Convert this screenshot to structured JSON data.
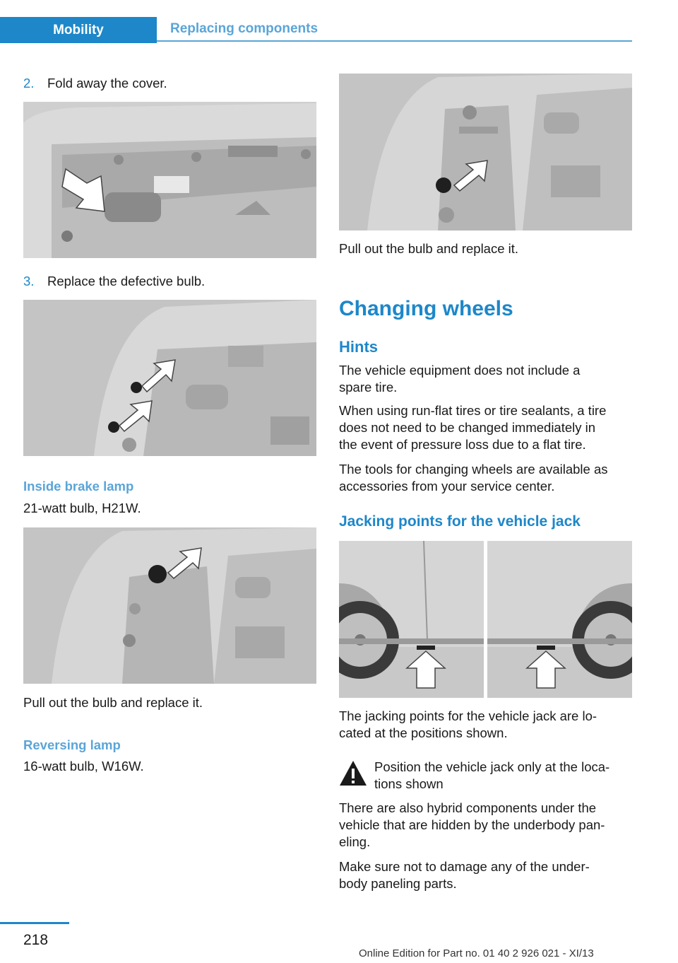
{
  "header": {
    "tab_chapter": "Mobility",
    "tab_section": "Replacing components"
  },
  "left": {
    "step2": {
      "num": "2.",
      "text": "Fold away the cover."
    },
    "step3": {
      "num": "3.",
      "text": "Replace the defective bulb."
    },
    "inside_brake": {
      "title": "Inside brake lamp",
      "spec": "21-watt bulb, H21W."
    },
    "pull_out_1": "Pull out the bulb and replace it.",
    "reversing": {
      "title": "Reversing lamp",
      "spec": "16-watt bulb, W16W."
    }
  },
  "right": {
    "pull_out_2": "Pull out the bulb and replace it.",
    "changing_wheels": "Changing wheels",
    "hints": "Hints",
    "hint_p1_l1": "The vehicle equipment does not include a",
    "hint_p1_l2": "spare tire.",
    "hint_p2_l1": "When using run-flat tires or tire sealants, a tire",
    "hint_p2_l2": "does not need to be changed immediately in",
    "hint_p2_l3": "the event of pressure loss due to a flat tire.",
    "hint_p3_l1": "The tools for changing wheels are available as",
    "hint_p3_l2": "accessories from your service center.",
    "jacking_title": "Jacking points for the vehicle jack",
    "jack_p_l1": "The jacking points for the vehicle jack are lo‐",
    "jack_p_l2": "cated at the positions shown.",
    "warn_l1": "Position the vehicle jack only at the loca‐",
    "warn_l2": "tions shown",
    "hybrid_l1": "There are also hybrid components under the",
    "hybrid_l2": "vehicle that are hidden by the underbody pan‐",
    "hybrid_l3": "eling.",
    "damage_l1": "Make sure not to damage any of the under‐",
    "damage_l2": "body paneling parts."
  },
  "footer": {
    "page_number": "218",
    "edition": "Online Edition for Part no. 01 40 2 926 021 - XI/13"
  },
  "icons": {
    "warning": "warning-triangle-icon"
  },
  "colors": {
    "accent": "#1d87c9",
    "accent_light": "#5aa5d8"
  }
}
